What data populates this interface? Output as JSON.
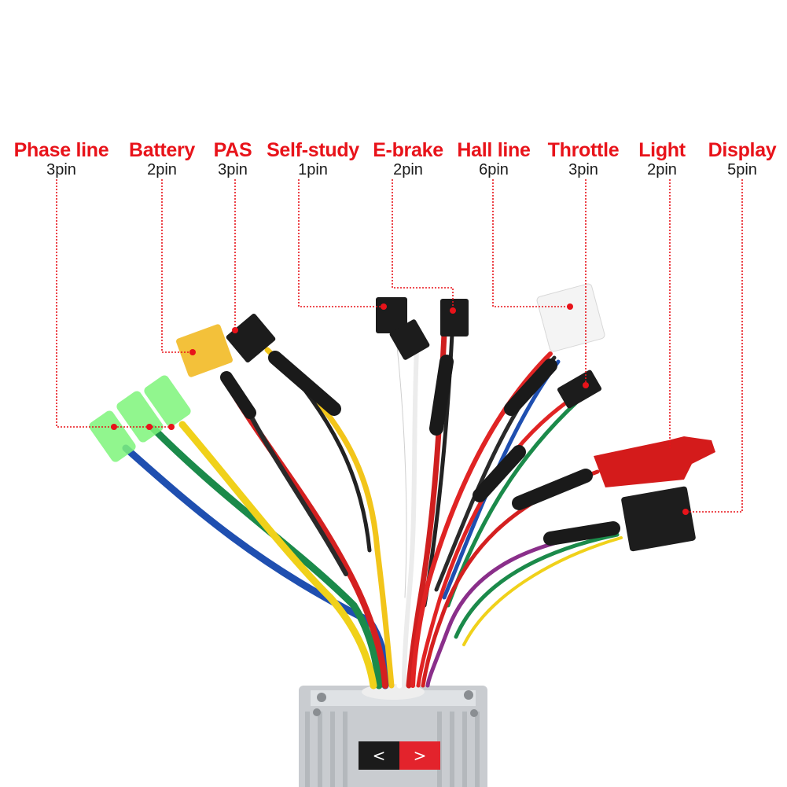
{
  "connectors": [
    {
      "name": "Phase line",
      "pins": "3pin"
    },
    {
      "name": "Battery",
      "pins": "2pin"
    },
    {
      "name": "PAS",
      "pins": "3pin"
    },
    {
      "name": "Self-study",
      "pins": "1pin"
    },
    {
      "name": "E-brake",
      "pins": "2pin"
    },
    {
      "name": "Hall line",
      "pins": "6pin"
    },
    {
      "name": "Throttle",
      "pins": "3pin"
    },
    {
      "name": "Light",
      "pins": "2pin"
    },
    {
      "name": "Display",
      "pins": "5pin"
    }
  ],
  "nav": {
    "prev": "<",
    "next": ">"
  },
  "colors": {
    "label": "#e8131a",
    "leader": "#e8131a",
    "prev_bg": "#1b1b1b",
    "next_bg": "#e3232c"
  }
}
